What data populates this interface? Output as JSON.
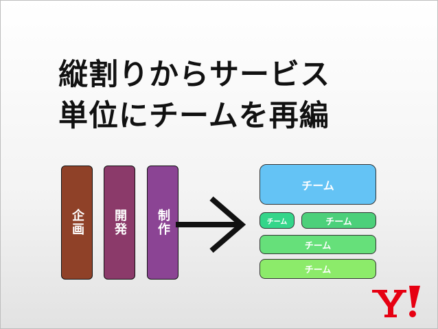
{
  "slide": {
    "title_line1": "縦割りからサービス",
    "title_line2": "単位にチームを再編"
  },
  "columns": [
    {
      "label": "企画",
      "color": "#8f4128"
    },
    {
      "label": "開発",
      "color": "#8b3a6a"
    },
    {
      "label": "制作",
      "color": "#8b4494"
    }
  ],
  "teams": [
    {
      "label": "チーム",
      "color": "#64c3f5"
    },
    {
      "label": "チーム",
      "color": "#34d68a"
    },
    {
      "label": "チーム",
      "color": "#4cd07a"
    },
    {
      "label": "チーム",
      "color": "#66e07a"
    },
    {
      "label": "チーム",
      "color": "#8ceb6a"
    }
  ],
  "logo": {
    "text": "Y!",
    "color": "#e60012"
  }
}
